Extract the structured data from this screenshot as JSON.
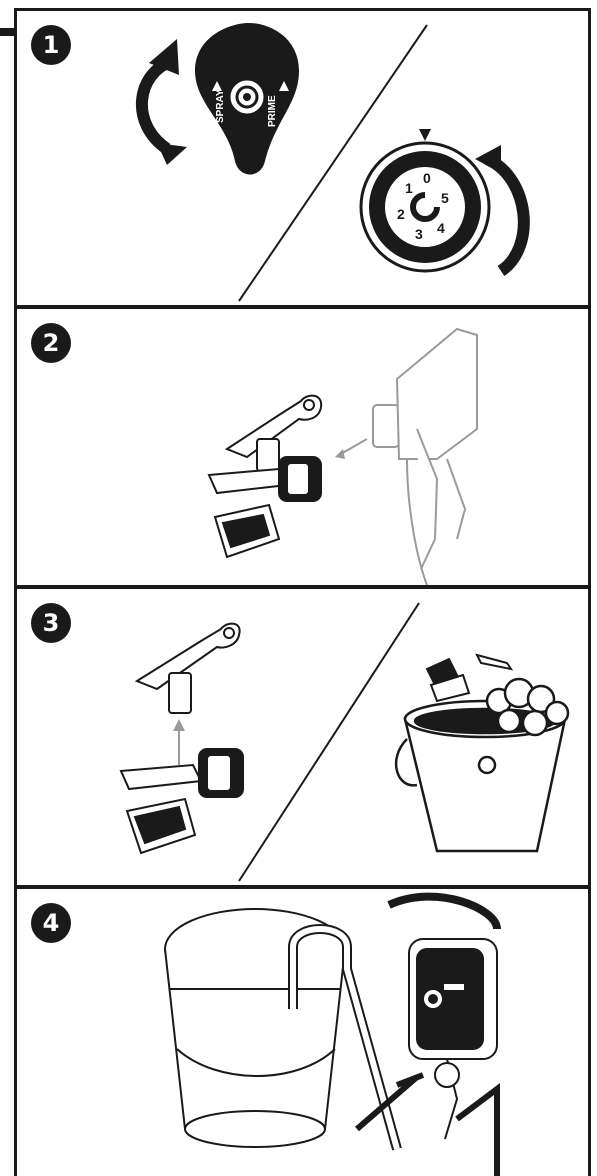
{
  "steps": [
    {
      "number": "1"
    },
    {
      "number": "2"
    },
    {
      "number": "3"
    },
    {
      "number": "4"
    }
  ],
  "knob": {
    "left_label": "SPRAY",
    "right_label": "PRIME"
  },
  "dial": {
    "n0": "0",
    "n1": "1",
    "n2": "2",
    "n3": "3",
    "n4": "4",
    "n5": "5"
  },
  "colors": {
    "ink": "#1a1a1a",
    "gray": "#9a9a9a",
    "light": "#cfcfcf"
  }
}
